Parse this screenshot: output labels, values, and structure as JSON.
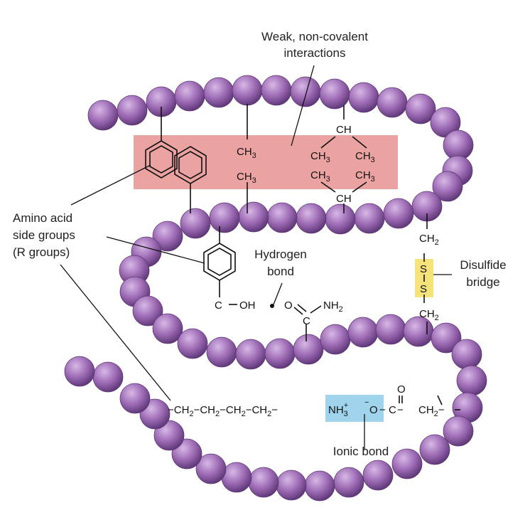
{
  "labels": {
    "weak_line1": "Weak, non-covalent",
    "weak_line2": "interactions",
    "amino_line1": "Amino acid",
    "amino_line2": "side groups",
    "amino_line3": "(R groups)",
    "hbond_line1": "Hydrogen",
    "hbond_line2": "bond",
    "disulfide_line1": "Disulfide",
    "disulfide_line2": "bridge",
    "ionic": "Ionic bond"
  },
  "chem": {
    "ch3": "CH",
    "three": "3",
    "two": "2",
    "ch": "CH",
    "ch2": "CH",
    "s": "S",
    "c": "C",
    "oh": "OH",
    "o": "O",
    "nh2": "NH",
    "nh3": "NH",
    "plus": "+",
    "minus": "−",
    "dash": "−"
  },
  "colors": {
    "bead": "#9d6bb4",
    "bead_light": "#d7b8e6",
    "bead_dark": "#5e3777",
    "hydrophobic_box": "#eaa3a1",
    "disulfide_box": "#f4e27a",
    "ionic_box": "#9fd4ec"
  }
}
